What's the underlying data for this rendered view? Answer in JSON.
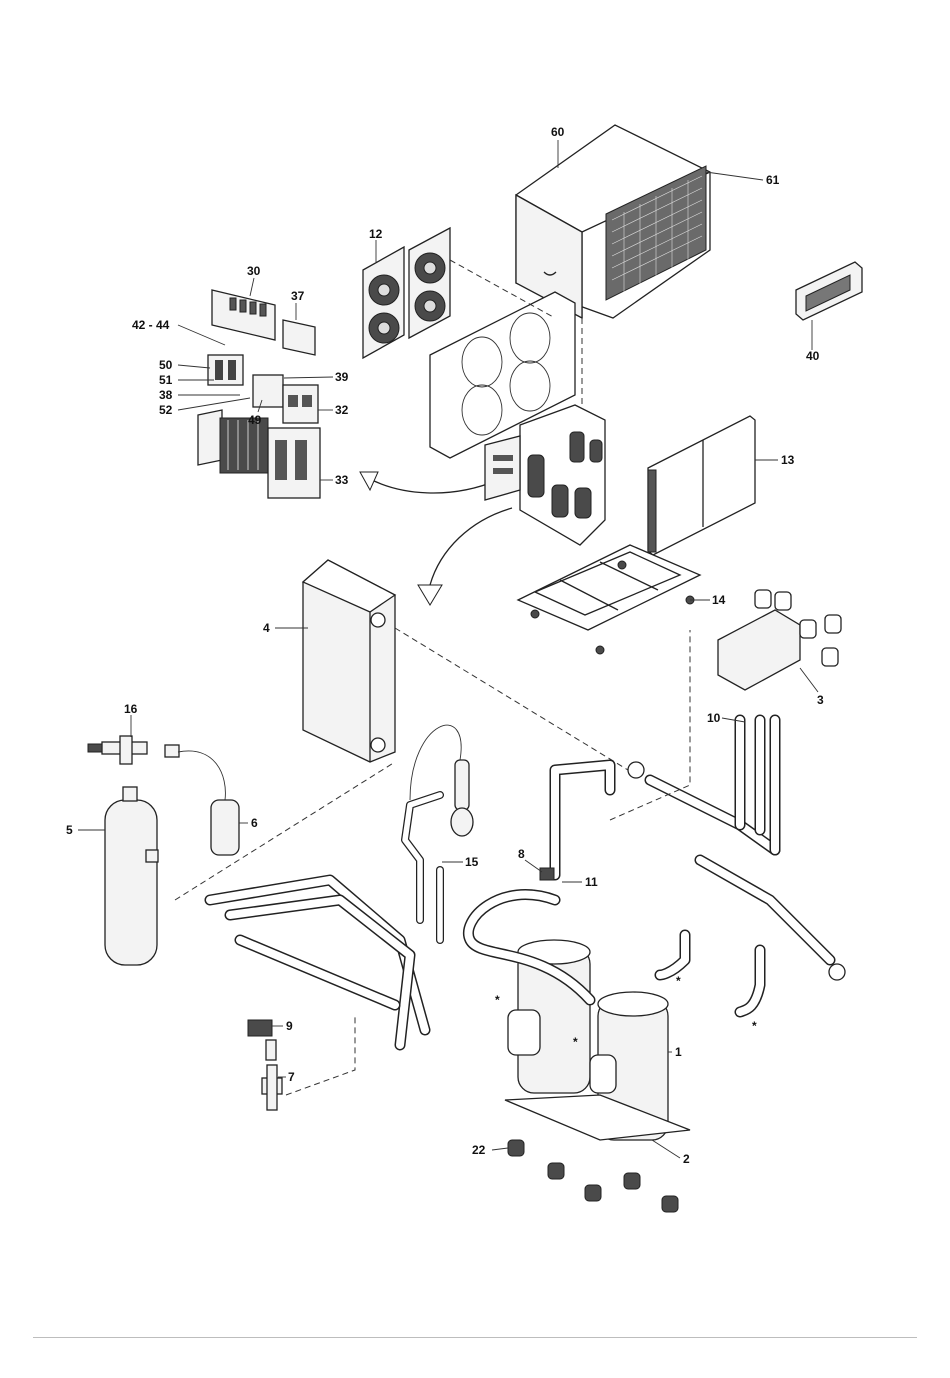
{
  "callouts": {
    "c1": "1",
    "c2": "2",
    "c3": "3",
    "c4": "4",
    "c5": "5",
    "c6": "6",
    "c7": "7",
    "c8": "8",
    "c9": "9",
    "c10": "10",
    "c11": "11",
    "c12": "12",
    "c13": "13",
    "c14": "14",
    "c15": "15",
    "c16": "16",
    "c22": "22",
    "c30": "30",
    "c32": "32",
    "c33": "33",
    "c37": "37",
    "c38": "38",
    "c39": "39",
    "c40": "40",
    "c42_44": "42 - 44",
    "c49": "49",
    "c50": "50",
    "c51": "51",
    "c52": "52",
    "c60": "60",
    "c61": "61"
  },
  "star_marks": {
    "s1": "*",
    "s2": "*",
    "s3": "*",
    "s4": "*"
  }
}
